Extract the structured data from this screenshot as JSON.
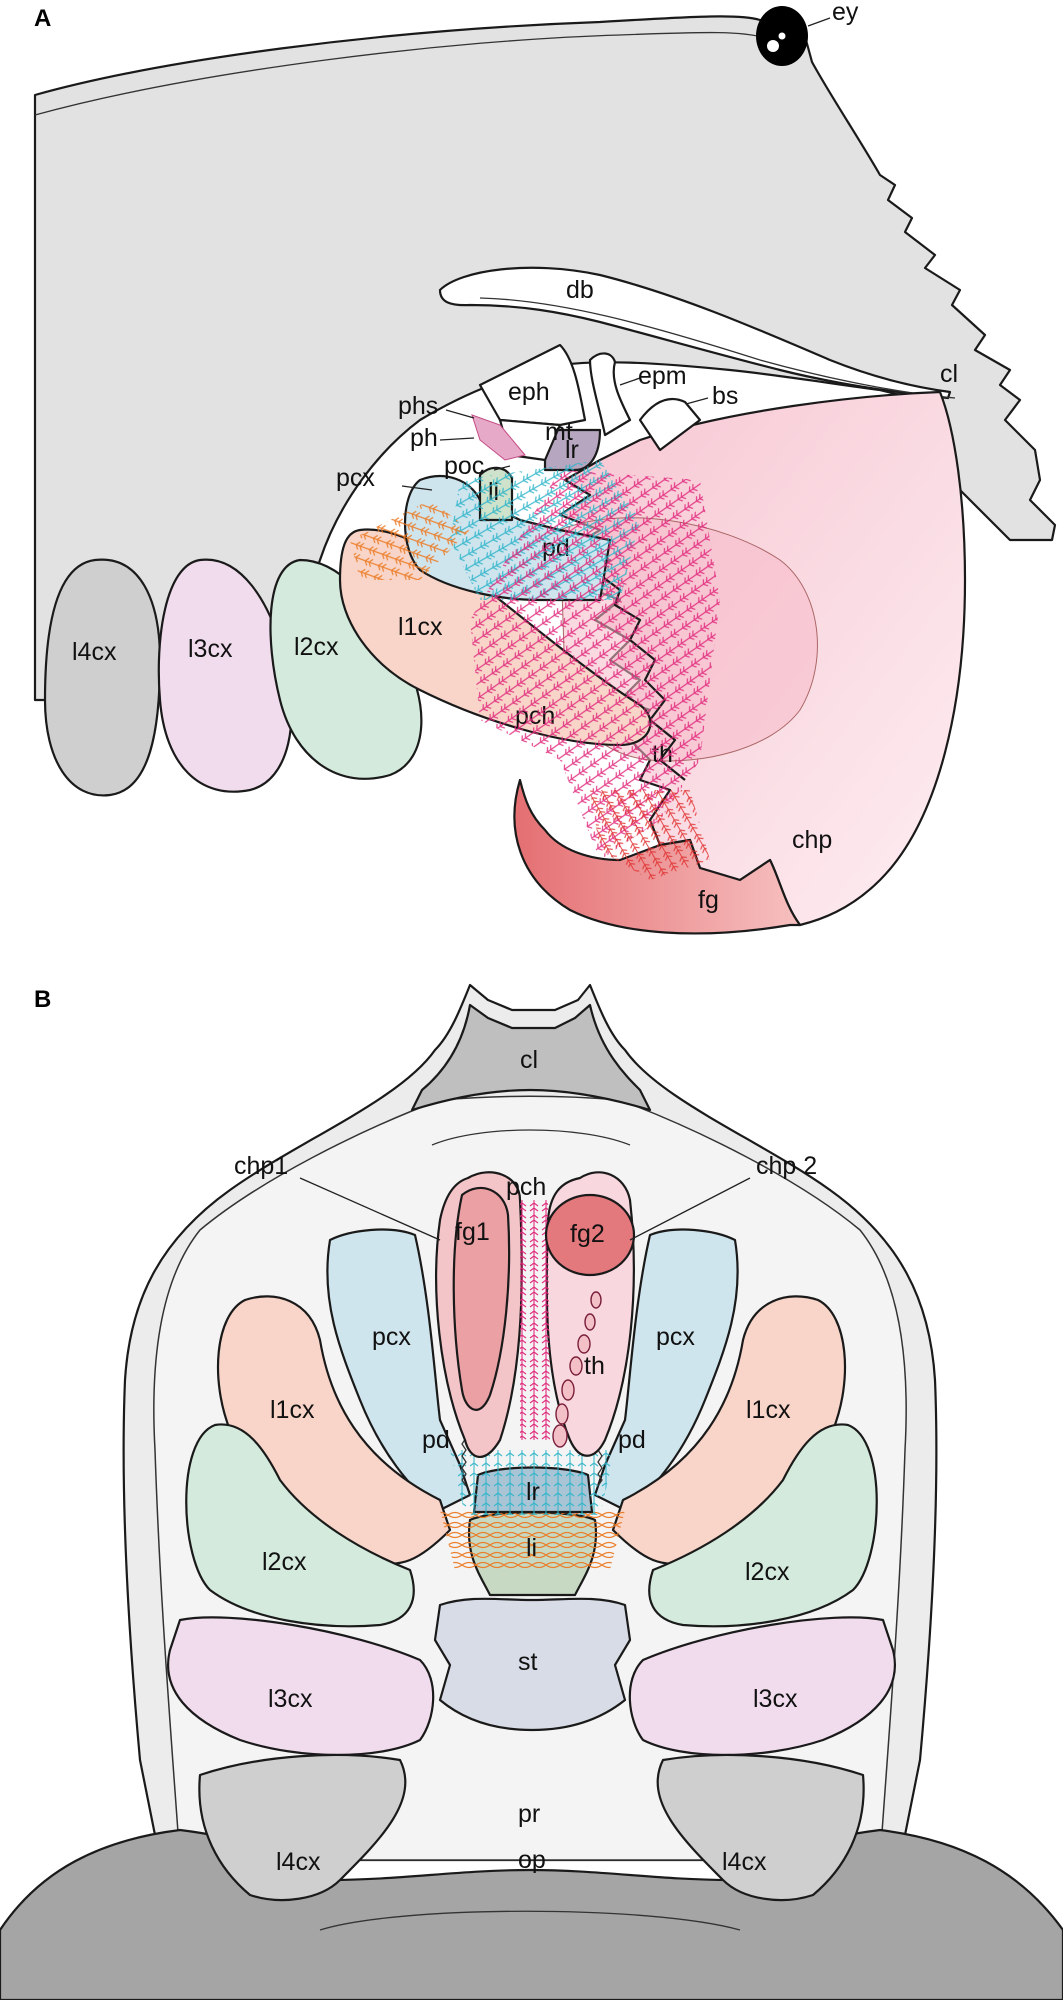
{
  "panels": {
    "a": "A",
    "b": "B"
  },
  "panel_a": {
    "labels": {
      "ey": "ey",
      "db": "db",
      "eph": "eph",
      "epm": "epm",
      "bs": "bs",
      "cl": "cl",
      "phs": "phs",
      "mt": "mt",
      "ph": "ph",
      "lr": "lr",
      "poc": "poc",
      "pcx": "pcx",
      "li": "li",
      "pd": "pd",
      "l1cx": "l1cx",
      "l2cx": "l2cx",
      "l3cx": "l3cx",
      "l4cx": "l4cx",
      "pch": "pch",
      "th": "th",
      "chp": "chp",
      "fg": "fg"
    }
  },
  "panel_b": {
    "labels": {
      "cl": "cl",
      "chp1": "chp1",
      "chp2": "chp 2",
      "pch": "pch",
      "fg1": "fg1",
      "fg2": "fg2",
      "pcx_left": "pcx",
      "pcx_right": "pcx",
      "th": "th",
      "l1cx_left": "l1cx",
      "l1cx_right": "l1cx",
      "pd_left": "pd",
      "pd_right": "pd",
      "lr": "lr",
      "li": "li",
      "l2cx_left": "l2cx",
      "l2cx_right": "l2cx",
      "st": "st",
      "l3cx_left": "l3cx",
      "l3cx_right": "l3cx",
      "pr": "pr",
      "l4cx_left": "l4cx",
      "l4cx_right": "l4cx",
      "op": "op"
    }
  },
  "colors": {
    "carapace": "#e2e2e2",
    "coxa1": "#f8d5c8",
    "coxa2": "#d3eadc",
    "coxa3": "#f1dcee",
    "coxa4": "#cfcfcf",
    "pedipalp_coxa": "#cfe5ee",
    "chelicera": "#fbe0e6",
    "fang": "#ea8a8a",
    "labrum": "#b6a6c0",
    "sternum": "#d8dce6",
    "operculum": "#a5a5a5",
    "setae_magenta": "#e0257a",
    "setae_cyan": "#2ab3c8",
    "setae_orange": "#ec7a24",
    "setae_red": "#e0302f"
  }
}
